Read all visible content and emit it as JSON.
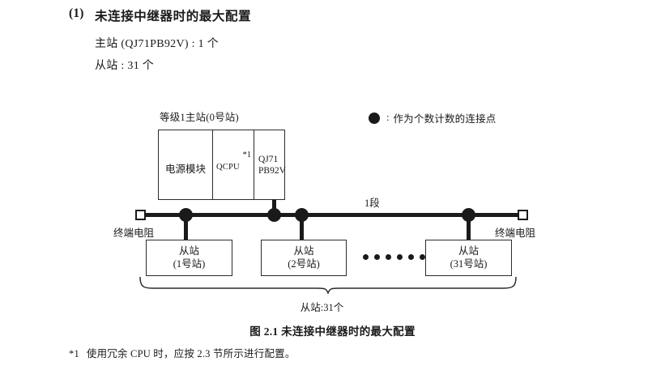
{
  "heading": {
    "number": "(1)",
    "title": "未连接中继器时的最大配置",
    "spec_lines": [
      "主站 (QJ71PB92V) : 1 个",
      "从站 : 31 个"
    ]
  },
  "diagram": {
    "master": {
      "label": "等级1主站(0号站)",
      "cells": {
        "power_module": "电源模块",
        "cpu": "QCPU",
        "cpu_footnote_marker": "*1",
        "network_module_line1": "QJ71",
        "network_module_line2": "PB92V"
      }
    },
    "legend": {
      "symbol": "filled-circle",
      "colon": ":",
      "text": "作为个数计数的连接点"
    },
    "bus": {
      "segment_label": "1段",
      "terminator_left_label": "终端电阻",
      "terminator_right_label": "终端电阻"
    },
    "slaves": [
      {
        "line1": "从站",
        "line2": "(1号站)"
      },
      {
        "line1": "从站",
        "line2": "(2号站)"
      },
      {
        "line1": "从站",
        "line2": "(31号站)"
      }
    ],
    "ellipsis_dot_count": 6,
    "brace_label": "从站:31个"
  },
  "figure_caption": "图 2.1  未连接中继器时的最大配置",
  "footnote": {
    "marker": "*1",
    "text": "使用冗余 CPU 时，应按 2.3 节所示进行配置。"
  },
  "colors": {
    "ink": "#1a1a1a",
    "line": "#2b2b2b",
    "page": "#ffffff"
  }
}
